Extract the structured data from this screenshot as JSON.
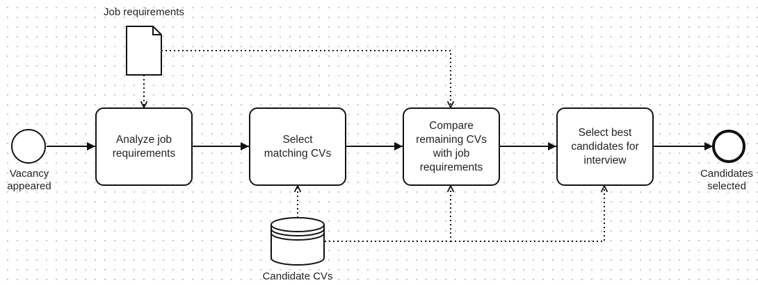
{
  "diagram": {
    "start_event": {
      "label": "Vacancy\nappeared"
    },
    "end_event": {
      "label": "Candidates\nselected"
    },
    "tasks": [
      {
        "label": "Analyze job\nrequirements"
      },
      {
        "label": "Select\nmatching CVs"
      },
      {
        "label": "Compare\nremaining CVs\nwith job\nrequirements"
      },
      {
        "label": "Select best\ncandidates for\ninterview"
      }
    ],
    "data_object": {
      "label": "Job requirements"
    },
    "data_store": {
      "label": "Candidate CVs"
    }
  },
  "colors": {
    "stroke": "#111111",
    "fill": "#ffffff",
    "text": "#222222",
    "grid_dots": "#c4c4c4"
  }
}
